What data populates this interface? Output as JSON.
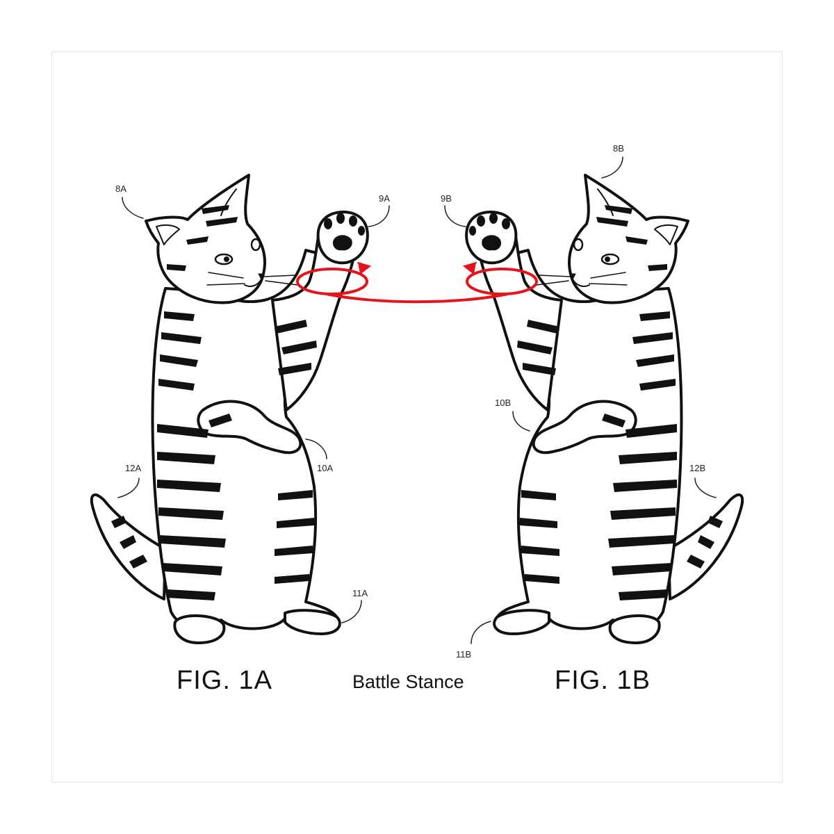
{
  "colors": {
    "ink": "#111111",
    "accent": "#e4141c",
    "paper": "#ffffff",
    "frame": "#e2e2e2"
  },
  "labels": {
    "8A": "8A",
    "9A": "9A",
    "10A": "10A",
    "11A": "11A",
    "12A": "12A",
    "8B": "8B",
    "9B": "9B",
    "10B": "10B",
    "11B": "11B",
    "12B": "12B"
  },
  "figures": {
    "left": "FIG. 1A",
    "right": "FIG. 1B"
  },
  "caption": "Battle Stance",
  "illustration": {
    "subject": "two striped tabby cats standing on hind legs facing each other",
    "connector": "red looped line with arrowheads between raised paws"
  }
}
